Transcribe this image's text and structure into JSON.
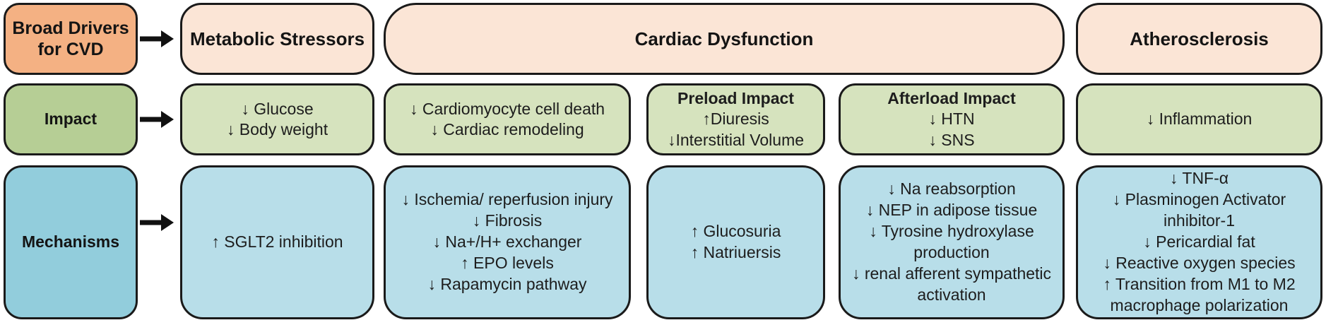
{
  "colors": {
    "driver_label": "#F4B183",
    "header_fill": "#FBE5D6",
    "impact_label": "#B6CE95",
    "impact_fill": "#D6E3BE",
    "mechanism_label": "#92CDDC",
    "mechanism_fill": "#B8DEE9",
    "border": "#1A1A1A"
  },
  "row_labels": {
    "drivers": "Broad Drivers for CVD",
    "impact": "Impact",
    "mechanisms": "Mechanisms"
  },
  "headers": {
    "metabolic": "Metabolic Stressors",
    "cardiac": "Cardiac Dysfunction",
    "atherosclerosis": "Atherosclerosis"
  },
  "impact_row": {
    "metabolic": {
      "lines": [
        "↓ Glucose",
        "↓ Body weight"
      ]
    },
    "cardiac_general": {
      "lines": [
        "↓ Cardiomyocyte cell death",
        "↓ Cardiac remodeling"
      ]
    },
    "preload": {
      "title": "Preload Impact",
      "lines": [
        "↑Diuresis",
        "↓Interstitial Volume"
      ]
    },
    "afterload": {
      "title": "Afterload Impact",
      "lines": [
        "↓ HTN",
        "↓ SNS"
      ]
    },
    "atherosclerosis": {
      "lines": [
        "↓ Inflammation"
      ]
    }
  },
  "mechanisms_row": {
    "metabolic": {
      "lines": [
        "↑ SGLT2 inhibition"
      ]
    },
    "cardiac_general": {
      "lines": [
        "↓ Ischemia/ reperfusion injury",
        "↓ Fibrosis",
        "↓ Na+/H+ exchanger",
        "↑ EPO levels",
        "↓ Rapamycin pathway"
      ]
    },
    "preload": {
      "lines": [
        "↑ Glucosuria",
        "↑ Natriuersis"
      ]
    },
    "afterload": {
      "lines": [
        "↓ Na reabsorption",
        "↓ NEP in adipose tissue",
        "↓ Tyrosine hydroxylase production",
        "↓ renal afferent sympathetic activation"
      ]
    },
    "atherosclerosis": {
      "lines": [
        "↓ TNF-α",
        "↓ Plasminogen Activator inhibitor-1",
        "↓ Pericardial fat",
        "↓ Reactive oxygen species",
        "↑ Transition from M1 to M2 macrophage polarization"
      ]
    }
  }
}
